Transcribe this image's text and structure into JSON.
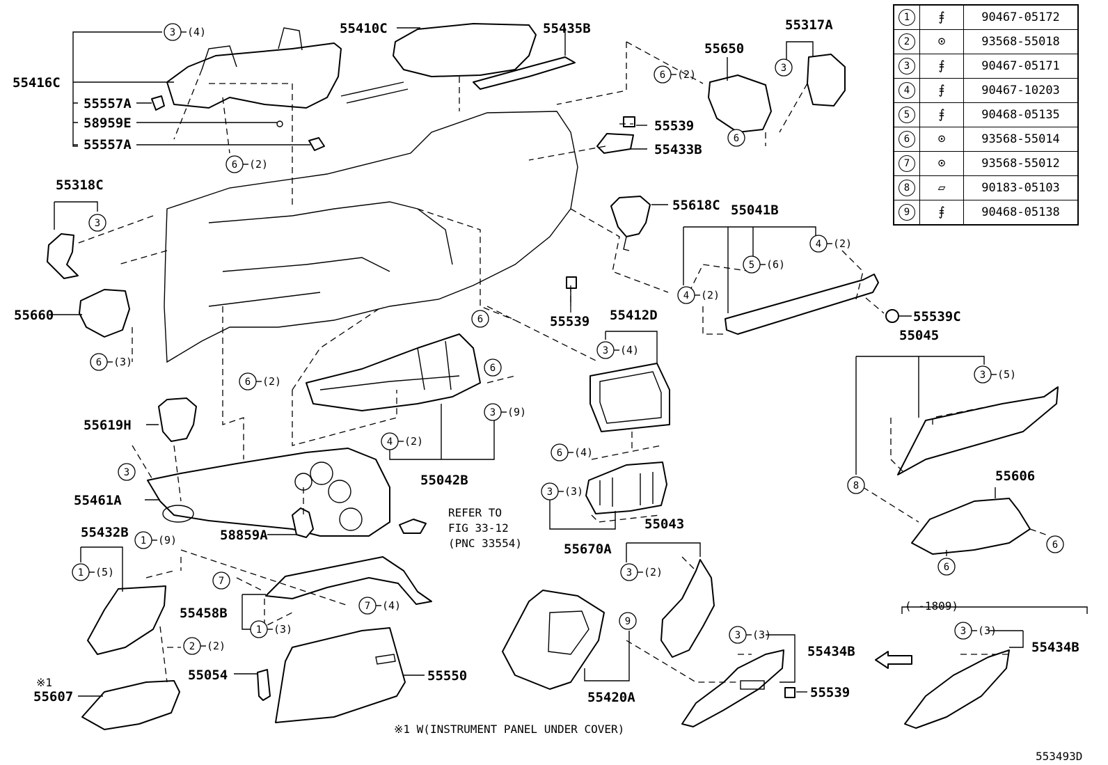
{
  "legend": [
    {
      "num": "1",
      "icon": "clip-icon",
      "part": "90467-05172"
    },
    {
      "num": "2",
      "icon": "screw-icon",
      "part": "93568-55018"
    },
    {
      "num": "3",
      "icon": "clip-icon",
      "part": "90467-05171"
    },
    {
      "num": "4",
      "icon": "clip-icon",
      "part": "90467-10203"
    },
    {
      "num": "5",
      "icon": "clip-icon",
      "part": "90468-05135"
    },
    {
      "num": "6",
      "icon": "screw-icon",
      "part": "93568-55014"
    },
    {
      "num": "7",
      "icon": "screw-icon",
      "part": "93568-55012"
    },
    {
      "num": "8",
      "icon": "nut-icon",
      "part": "90183-05103"
    },
    {
      "num": "9",
      "icon": "clip-icon",
      "part": "90468-05138"
    }
  ],
  "parts": [
    {
      "id": "p55416C",
      "label": "55416C"
    },
    {
      "id": "p55557A_1",
      "label": "55557A"
    },
    {
      "id": "p58959E",
      "label": "58959E"
    },
    {
      "id": "p55557A_2",
      "label": "55557A"
    },
    {
      "id": "p55410C",
      "label": "55410C"
    },
    {
      "id": "p55435B",
      "label": "55435B"
    },
    {
      "id": "p55317A",
      "label": "55317A"
    },
    {
      "id": "p55650",
      "label": "55650"
    },
    {
      "id": "p55539_1",
      "label": "55539"
    },
    {
      "id": "p55433B",
      "label": "55433B"
    },
    {
      "id": "p55318C",
      "label": "55318C"
    },
    {
      "id": "p55618C",
      "label": "55618C"
    },
    {
      "id": "p55041B",
      "label": "55041B"
    },
    {
      "id": "p55660",
      "label": "55660"
    },
    {
      "id": "p55539_2",
      "label": "55539"
    },
    {
      "id": "p55412D",
      "label": "55412D"
    },
    {
      "id": "p55539C",
      "label": "55539C"
    },
    {
      "id": "p55045",
      "label": "55045"
    },
    {
      "id": "p55619H",
      "label": "55619H"
    },
    {
      "id": "p55042B",
      "label": "55042B"
    },
    {
      "id": "p55461A",
      "label": "55461A"
    },
    {
      "id": "p58859A",
      "label": "58859A"
    },
    {
      "id": "p55432B",
      "label": "55432B"
    },
    {
      "id": "p55670A",
      "label": "55670A"
    },
    {
      "id": "p55606",
      "label": "55606"
    },
    {
      "id": "p55043",
      "label": "55043"
    },
    {
      "id": "p55458B",
      "label": "55458B"
    },
    {
      "id": "p55434B_1",
      "label": "55434B"
    },
    {
      "id": "p55434B_2",
      "label": "55434B"
    },
    {
      "id": "p55054",
      "label": "55054"
    },
    {
      "id": "p55550",
      "label": "55550"
    },
    {
      "id": "p55420A",
      "label": "55420A"
    },
    {
      "id": "p55539_3",
      "label": "55539"
    },
    {
      "id": "p55607",
      "label": "55607"
    }
  ],
  "callouts": [
    {
      "id": "c01",
      "num": "3",
      "qty": "(4)"
    },
    {
      "id": "c02",
      "num": "6",
      "qty": "(2)"
    },
    {
      "id": "c03",
      "num": "6",
      "qty": "(2)"
    },
    {
      "id": "c04",
      "num": "3",
      "qty": ""
    },
    {
      "id": "c05",
      "num": "6",
      "qty": ""
    },
    {
      "id": "c06",
      "num": "3",
      "qty": ""
    },
    {
      "id": "c07",
      "num": "5",
      "qty": "(6)"
    },
    {
      "id": "c08",
      "num": "4",
      "qty": "(2)"
    },
    {
      "id": "c09",
      "num": "4",
      "qty": "(2)"
    },
    {
      "id": "c10",
      "num": "6",
      "qty": "(3)"
    },
    {
      "id": "c11",
      "num": "6",
      "qty": ""
    },
    {
      "id": "c12",
      "num": "6",
      "qty": "(2)"
    },
    {
      "id": "c13",
      "num": "6",
      "qty": ""
    },
    {
      "id": "c14",
      "num": "3",
      "qty": "(4)"
    },
    {
      "id": "c15",
      "num": "3",
      "qty": "(9)"
    },
    {
      "id": "c16",
      "num": "4",
      "qty": "(2)"
    },
    {
      "id": "c17",
      "num": "3",
      "qty": "(5)"
    },
    {
      "id": "c18",
      "num": "3",
      "qty": ""
    },
    {
      "id": "c19",
      "num": "6",
      "qty": "(4)"
    },
    {
      "id": "c20",
      "num": "3",
      "qty": "(3)"
    },
    {
      "id": "c21",
      "num": "8",
      "qty": ""
    },
    {
      "id": "c22",
      "num": "1",
      "qty": "(9)"
    },
    {
      "id": "c23",
      "num": "6",
      "qty": ""
    },
    {
      "id": "c24",
      "num": "6",
      "qty": ""
    },
    {
      "id": "c25",
      "num": "1",
      "qty": "(5)"
    },
    {
      "id": "c26",
      "num": "7",
      "qty": ""
    },
    {
      "id": "c27",
      "num": "3",
      "qty": "(2)"
    },
    {
      "id": "c28",
      "num": "7",
      "qty": "(4)"
    },
    {
      "id": "c29",
      "num": "1",
      "qty": "(3)"
    },
    {
      "id": "c30",
      "num": "2",
      "qty": "(2)"
    },
    {
      "id": "c31",
      "num": "9",
      "qty": ""
    },
    {
      "id": "c32",
      "num": "3",
      "qty": "(3)"
    },
    {
      "id": "c33",
      "num": "3",
      "qty": "(3)"
    }
  ],
  "notes": {
    "refer_line1": "REFER TO",
    "refer_line2": "FIG 33-12",
    "refer_line3": "(PNC 33554)",
    "date_range": "(     -1809)",
    "footnote_marker": "※1",
    "footnote": "※1 W(INSTRUMENT PANEL UNDER COVER)",
    "figure_code": "553493D"
  }
}
